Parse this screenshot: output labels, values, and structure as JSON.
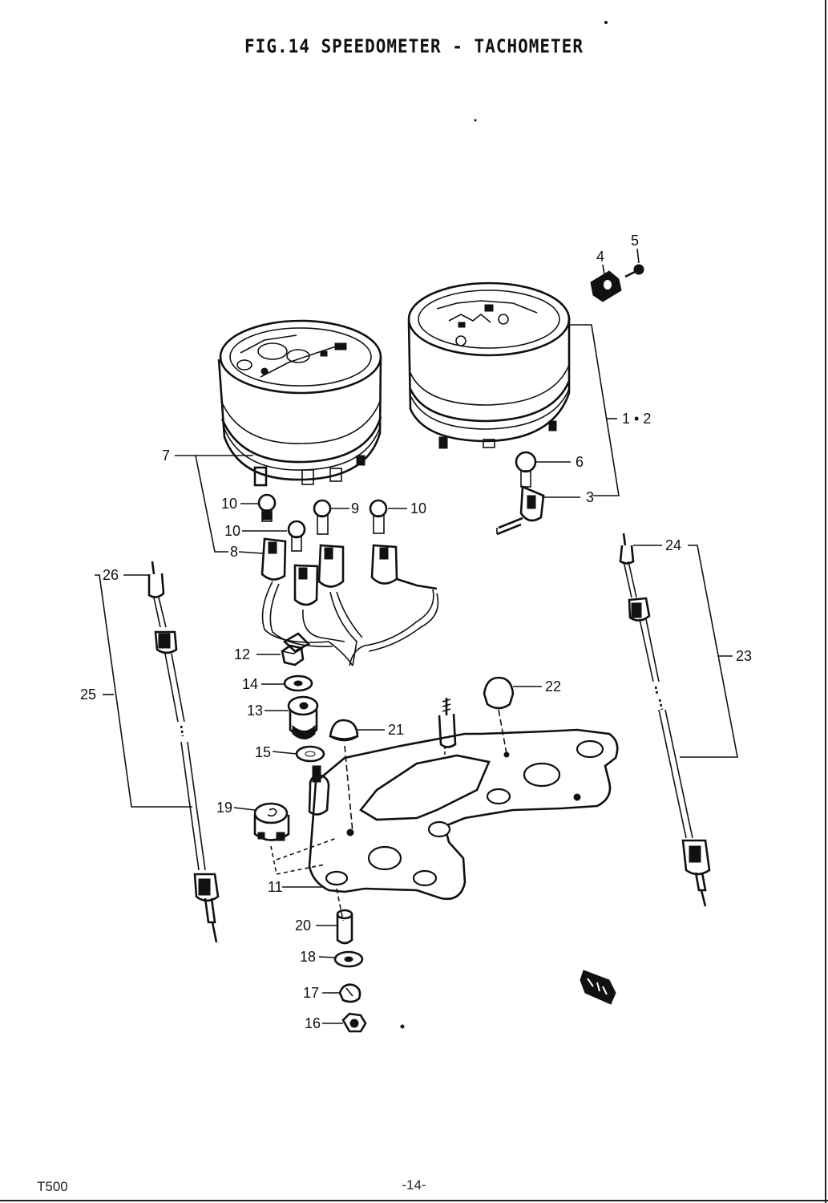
{
  "figure": {
    "title": "FIG.14  SPEEDOMETER - TACHOMETER",
    "model": "T500",
    "page_number": "-14-"
  },
  "callouts": {
    "c1": "1 • 2",
    "c3": "3",
    "c4": "4",
    "c5": "5",
    "c6": "6",
    "c7": "7",
    "c8": "8",
    "c9": "9",
    "c10a": "10",
    "c10b": "10",
    "c10c": "10",
    "c11": "11",
    "c12": "12",
    "c13": "13",
    "c14": "14",
    "c15": "15",
    "c16": "16",
    "c17": "17",
    "c18": "18",
    "c19": "19",
    "c20": "20",
    "c21": "21",
    "c22": "22",
    "c23": "23",
    "c24": "24",
    "c25": "25",
    "c26": "26"
  }
}
